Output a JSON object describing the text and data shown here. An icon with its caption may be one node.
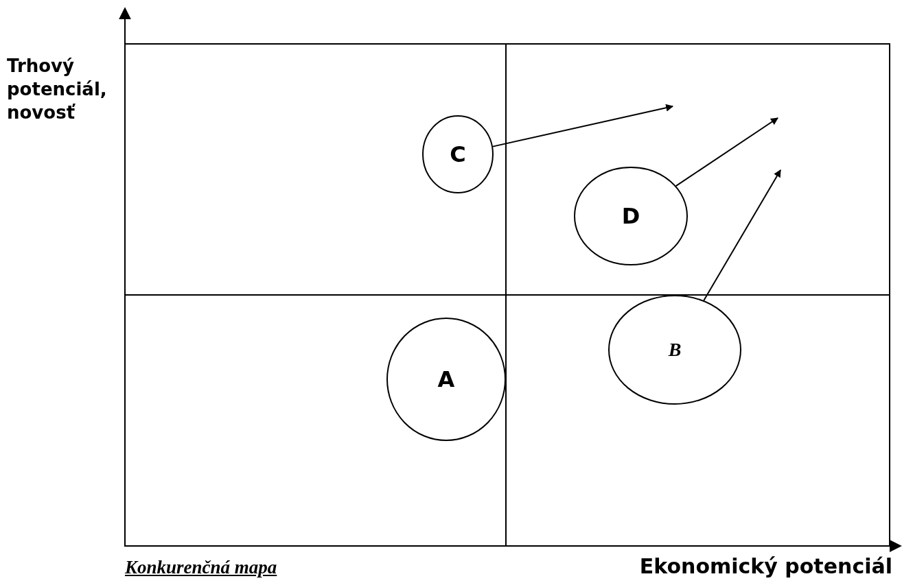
{
  "diagram": {
    "caption": "Konkurenčná mapa",
    "nodes": [
      {
        "text": [
          "C"
        ]
      },
      {
        "text": [
          "D"
        ]
      },
      {
        "text": [
          "B"
        ]
      },
      {
        "text": [
          "A"
        ]
      }
    ],
    "edges": [
      {
        "from": 0,
        "to": null,
        "arrow": "to"
      },
      {
        "from": 1,
        "to": null,
        "arrow": "to"
      },
      {
        "from": 2,
        "to": null,
        "arrow": "to"
      }
    ],
    "labels": [
      "Trhový potenciál, novosť",
      "Ekonomický potenciál"
    ]
  }
}
